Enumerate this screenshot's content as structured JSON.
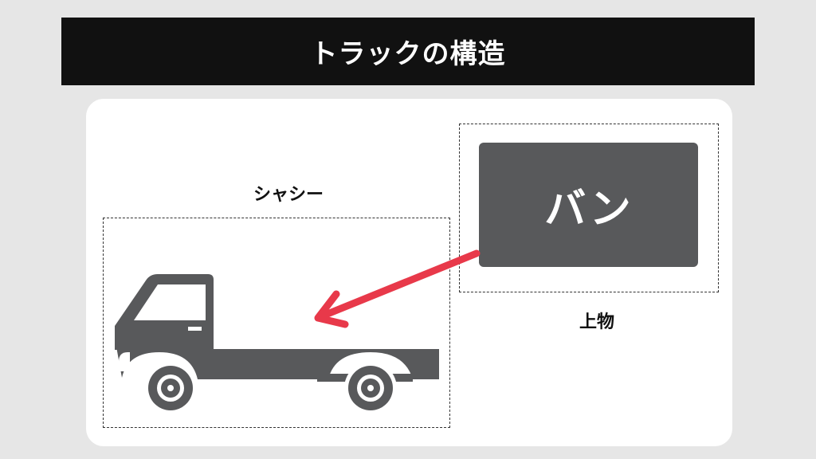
{
  "title": "トラックの構造",
  "chassis": {
    "label": "シャシー"
  },
  "body": {
    "label": "上物",
    "van_text": "バン"
  },
  "colors": {
    "title_bg": "#111111",
    "truck": "#58595b",
    "arrow": "#e8394a",
    "panel": "#ffffff",
    "background": "#e6e6e6"
  }
}
